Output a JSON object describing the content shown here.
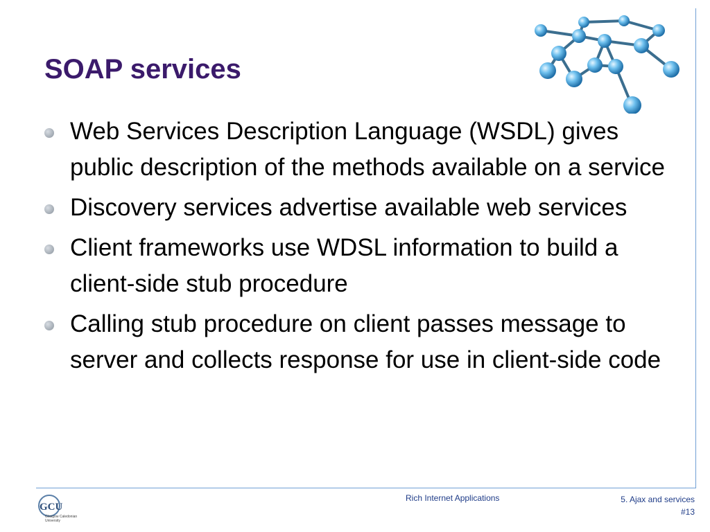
{
  "slide": {
    "title": "SOAP services",
    "bullets": [
      "Web Services Description Language (WSDL) gives public description of the methods available on a service",
      "Discovery services advertise available web services",
      "Client frameworks use WDSL information to build a client-side stub procedure",
      "Calling stub procedure on client passes message to server and collects response for use in client-side code"
    ]
  },
  "footer": {
    "course": "Rich Internet Applications",
    "section": "5. Ajax and services",
    "slide_number": "#13"
  },
  "logo": {
    "abbr": "GCU",
    "name_line1": "Glasgow Caledonian",
    "name_line2": "University"
  },
  "colors": {
    "title": "#3b1a6b",
    "rule": "#6f9fd4",
    "footer_text": "#1f3c88",
    "molecule_node": "#5fb3e6"
  },
  "icons": {
    "decoration": "molecule-network-icon",
    "bullet": "bullet-dot-icon"
  }
}
